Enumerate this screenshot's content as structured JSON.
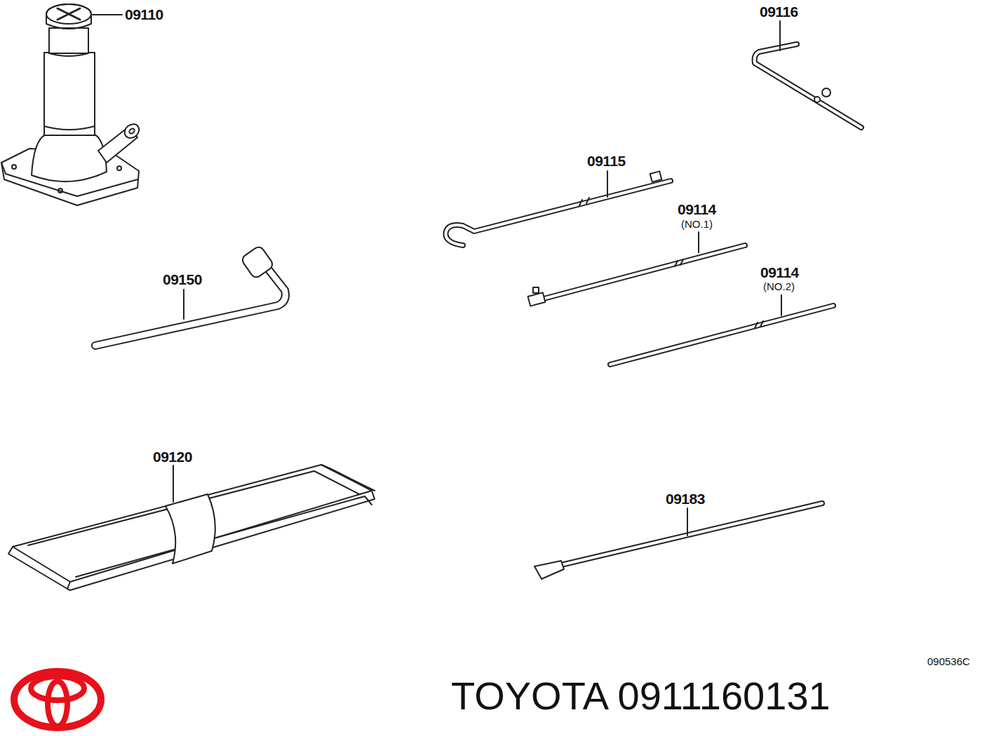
{
  "diagram": {
    "labels": [
      "09110",
      "09116",
      "09115",
      "09114",
      "(NO.1)",
      "09114",
      "(NO.2)",
      "09150",
      "09120",
      "09183",
      "090536C",
      "TOYOTA 0911160131"
    ]
  }
}
